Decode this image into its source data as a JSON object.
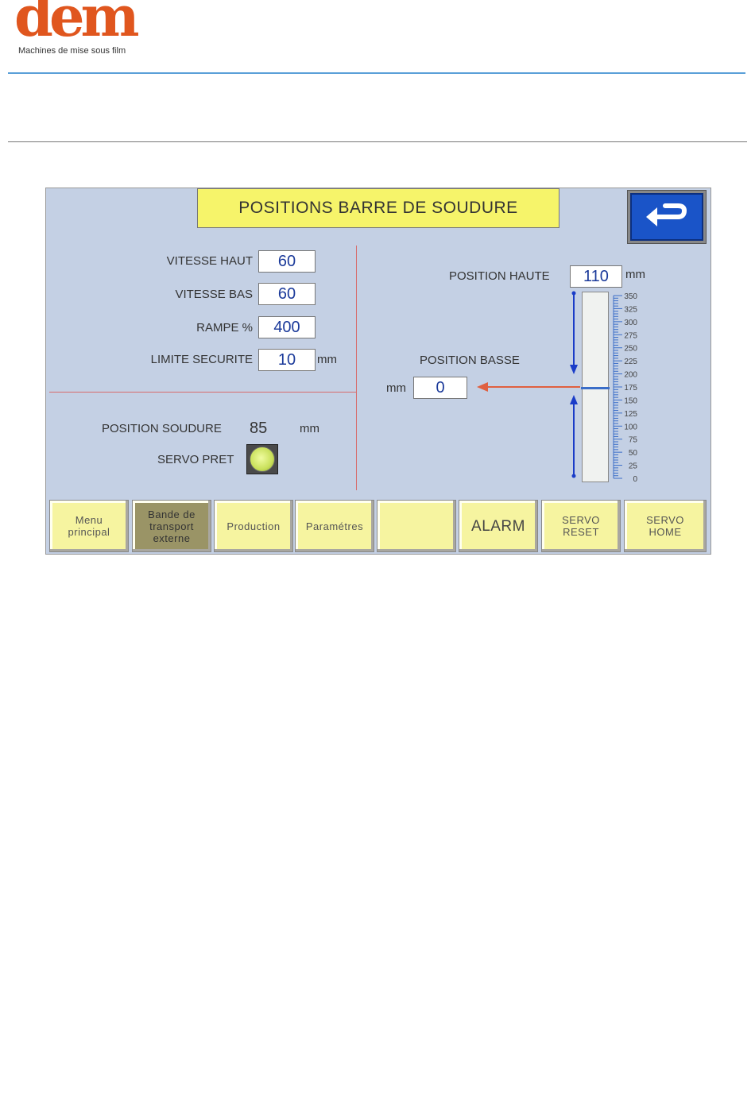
{
  "header": {
    "logo_text": "dem",
    "tagline": "Machines de mise sous film"
  },
  "screen": {
    "title": "POSITIONS BARRE DE SOUDURE",
    "back_icon": "return-arrow-icon",
    "vitesse_haut": {
      "label": "VITESSE HAUT",
      "value": "60"
    },
    "vitesse_bas": {
      "label": "VITESSE BAS",
      "value": "60"
    },
    "rampe": {
      "label": "RAMPE %",
      "value": "400"
    },
    "limite_securite": {
      "label": "LIMITE SECURITE",
      "value": "10",
      "unit": "mm"
    },
    "position_soudure": {
      "label": "POSITION SOUDURE",
      "value": "85",
      "unit": "mm"
    },
    "servo_pret": {
      "label": "SERVO PRET"
    },
    "position_haute": {
      "label": "POSITION HAUTE",
      "value": "110",
      "unit": "mm"
    },
    "position_basse": {
      "label": "POSITION BASSE",
      "value": "0",
      "unit": "mm"
    },
    "gauge": {
      "ticks": [
        "350",
        "325",
        "300",
        "275",
        "250",
        "225",
        "200",
        "175",
        "150",
        "125",
        "100",
        "75",
        "50",
        "25",
        "0"
      ],
      "max": 350,
      "marker_value": 175
    }
  },
  "buttons": [
    {
      "label": "Menu principal",
      "lines": [
        "Menu",
        "principal"
      ]
    },
    {
      "label": "Bande de transport externe",
      "lines": [
        "Bande de",
        "transport",
        "externe"
      ]
    },
    {
      "label": "Production",
      "lines": [
        "Production"
      ]
    },
    {
      "label": "Paramétres",
      "lines": [
        "Paramétres"
      ]
    },
    {
      "label": "",
      "lines": [
        ""
      ]
    },
    {
      "label": "ALARM",
      "lines": [
        "ALARM"
      ]
    },
    {
      "label": "SERVO RESET",
      "lines": [
        "SERVO",
        "RESET"
      ]
    },
    {
      "label": "SERVO HOME",
      "lines": [
        "SERVO",
        "HOME"
      ]
    }
  ],
  "colors": {
    "panel": "#c4d0e4",
    "title_bg": "#f6f46a",
    "button_bg": "#f6f4a0",
    "active_button": "#9a9466",
    "accent_blue": "#1a54c8",
    "arrow_red": "#e06040"
  }
}
